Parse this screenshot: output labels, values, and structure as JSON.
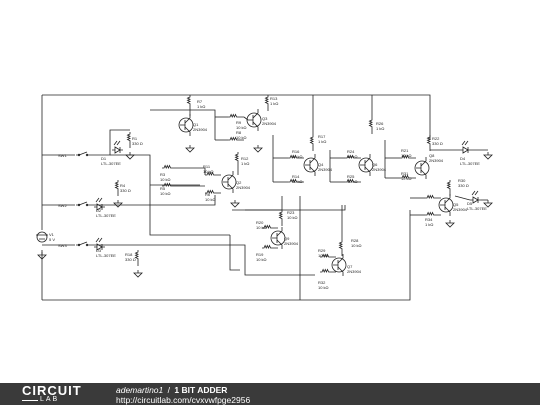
{
  "colors": {
    "footer_bg": "#3a3a3a",
    "footer_text": "#ffffff",
    "ink": "#222222",
    "background": "#ffffff"
  },
  "footer": {
    "logo_top": "CIRCUIT",
    "logo_bottom": "LAB",
    "author": "ademartino1",
    "separator": "/",
    "title": "1 BIT ADDER",
    "url": "http://circuitlab.com/cvxvwfpge2956"
  },
  "components": {
    "SW1": "SW1",
    "SW2": "SW2",
    "SW3": "SW3",
    "V1": [
      "V1",
      "5 V"
    ],
    "D1": [
      "D1",
      "LTL-307EE"
    ],
    "D2": [
      "D2",
      "LTL-307EE"
    ],
    "D3": [
      "D3",
      "LTL-307EE"
    ],
    "D4": [
      "D4",
      "LTL-307EE"
    ],
    "D5": [
      "D5",
      "LTL-307EE"
    ],
    "R1": [
      "R1",
      "330 Ω"
    ],
    "R4": [
      "R4",
      "330 Ω"
    ],
    "R18": [
      "R18",
      "330 Ω"
    ],
    "R22": [
      "R22",
      "330 Ω"
    ],
    "R30": [
      "R30",
      "330 Ω"
    ],
    "R2": [
      "R2",
      "10 kΩ"
    ],
    "R3": [
      "R3",
      "10 kΩ"
    ],
    "R5": [
      "R5",
      "10 kΩ"
    ],
    "R6": [
      "R6",
      "10 kΩ"
    ],
    "R8": [
      "R8",
      "10 kΩ"
    ],
    "R9": [
      "R9",
      "10 kΩ"
    ],
    "R10": [
      "R10",
      "10 kΩ"
    ],
    "R11": [
      "R11",
      "10 kΩ"
    ],
    "R14": [
      "R14",
      "10 kΩ"
    ],
    "R16": [
      "R16",
      "10 kΩ"
    ],
    "R19": [
      "R19",
      "10 kΩ"
    ],
    "R20": [
      "R20",
      "10 kΩ"
    ],
    "R21": [
      "R21",
      "10 kΩ"
    ],
    "R23": [
      "R23",
      "10 kΩ"
    ],
    "R24": [
      "R24",
      "10 kΩ"
    ],
    "R25": [
      "R25",
      "10 kΩ"
    ],
    "R27": [
      "R27",
      "10 kΩ"
    ],
    "R28": [
      "R28",
      "10 kΩ"
    ],
    "R29": [
      "R29",
      "10 kΩ"
    ],
    "R31": [
      "R31",
      "10 kΩ"
    ],
    "R32": [
      "R32",
      "10 kΩ"
    ],
    "R7": [
      "R7",
      "1 kΩ"
    ],
    "R12": [
      "R12",
      "1 kΩ"
    ],
    "R13": [
      "R13",
      "1 kΩ"
    ],
    "R17": [
      "R17",
      "1 kΩ"
    ],
    "R26": [
      "R26",
      "1 kΩ"
    ],
    "R34": [
      "R34",
      "1 kΩ"
    ],
    "Q1": [
      "Q1",
      "2N3904"
    ],
    "Q2": [
      "Q2",
      "2N3904"
    ],
    "Q3": [
      "Q3",
      "2N3904"
    ],
    "Q4": [
      "Q4",
      "2N3904"
    ],
    "Q5": [
      "Q5",
      "2N3904"
    ],
    "Q6": [
      "Q6",
      "2N3904"
    ],
    "Q7": [
      "Q7",
      "2N3904"
    ],
    "Q8": [
      "Q8",
      "2N3904"
    ],
    "Q9": [
      "Q9",
      "2N3904"
    ],
    "Q10": [
      "Q10",
      "2N3904"
    ]
  }
}
